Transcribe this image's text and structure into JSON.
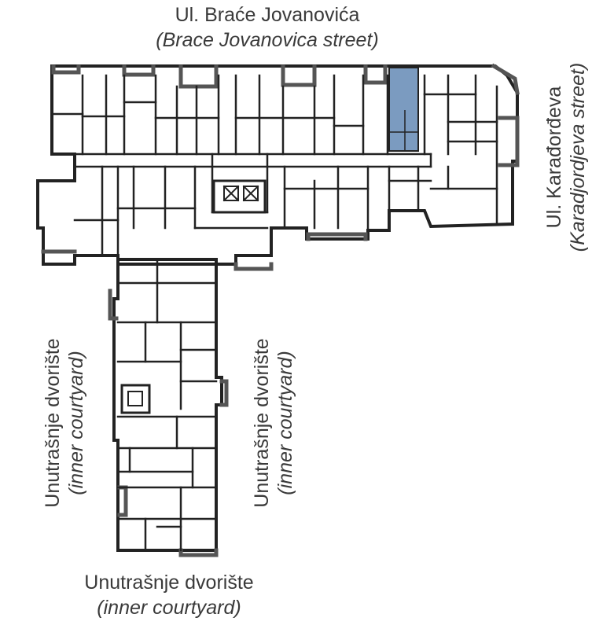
{
  "labels": {
    "top": {
      "name": "Ul. Braće Jovanovića",
      "translation": "(Brace Jovanovica street)"
    },
    "right": {
      "name": "Ul. Karađorđeva",
      "translation": "(Karadjordjeva street)"
    },
    "left": {
      "name": "Unutrašnje dvorište",
      "translation": "(inner courtyard)"
    },
    "center": {
      "name": "Unutrašnje dvorište",
      "translation": "(inner courtyard)"
    },
    "bottom": {
      "name": "Unutrašnje dvorište",
      "translation": "(inner courtyard)"
    }
  },
  "colors": {
    "wall": "#222222",
    "highlight_unit": "#7b9bc0",
    "label_text": "#3a3a3a"
  },
  "highlighted_unit": "selected apartment"
}
